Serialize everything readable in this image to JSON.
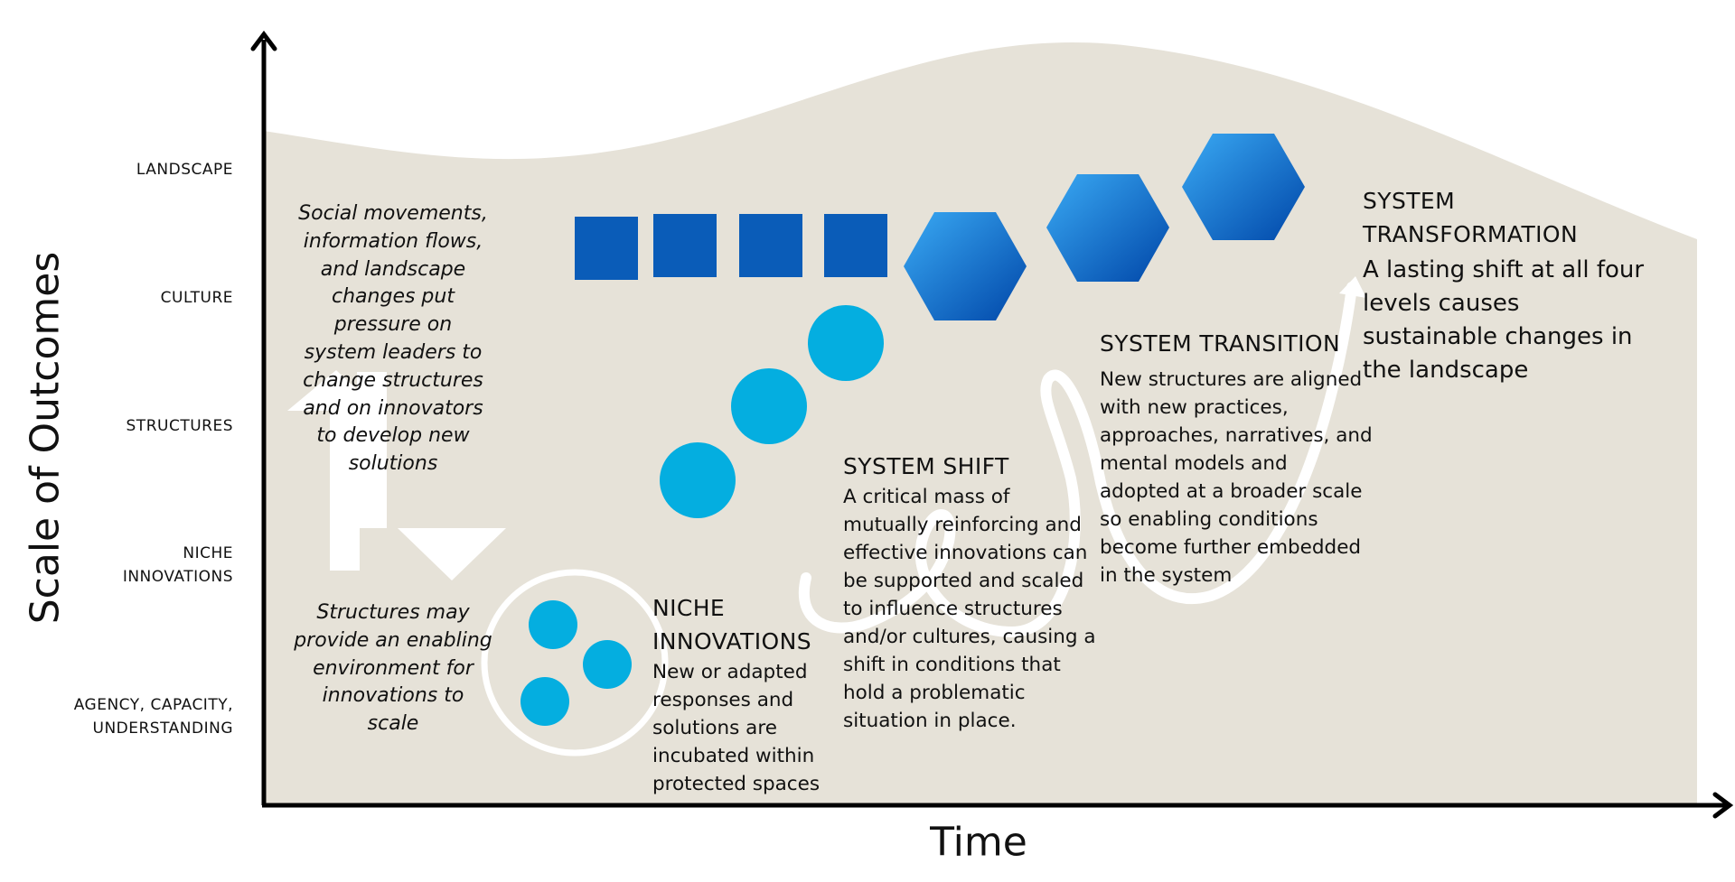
{
  "axes": {
    "y_label": "Scale of Outcomes",
    "x_label": "Time"
  },
  "levels": [
    {
      "id": "landscape",
      "label": "LANDSCAPE"
    },
    {
      "id": "culture",
      "label": "CULTURE"
    },
    {
      "id": "structures",
      "label": "STRUCTURES"
    },
    {
      "id": "niche",
      "label_line1": "NICHE",
      "label_line2": "INNOVATIONS"
    },
    {
      "id": "agency",
      "label_line1": "AGENCY, CAPACITY,",
      "label_line2": "UNDERSTANDING"
    }
  ],
  "pressure_note": "Social movements, information flows, and landscape changes put pressure on system leaders to change structures and on innovators to develop new solutions",
  "enabling_note": "Structures may provide an enabling environment for innovations to scale",
  "stages": {
    "niche": {
      "heading": "NICHE INNOVATIONS",
      "body": "New or adapted responses and solutions are incubated within protected spaces"
    },
    "shift": {
      "heading": "SYSTEM SHIFT",
      "body": "A critical mass of mutually reinforcing and effective innovations can be supported and scaled to influence structures and/or cultures, causing a shift in conditions that hold a problematic situation in place."
    },
    "transition": {
      "heading": "SYSTEM TRANSITION",
      "body": "New structures are aligned with new practices, approaches, narratives, and mental models and adopted at a broader scale so enabling conditions become further embedded in the system"
    },
    "transformation": {
      "heading": "SYSTEM TRANSFORMATION",
      "body": "A lasting shift at all four levels causes sustainable changes in the landscape"
    }
  },
  "colors": {
    "landscape_fill": "#e6e2d8",
    "axis": "#000000",
    "square_blue": "#0a5cb8",
    "circle_cyan": "#04aee0",
    "hex_light": "#3aaaf4",
    "hex_dark": "#0046a8",
    "white": "#ffffff"
  }
}
